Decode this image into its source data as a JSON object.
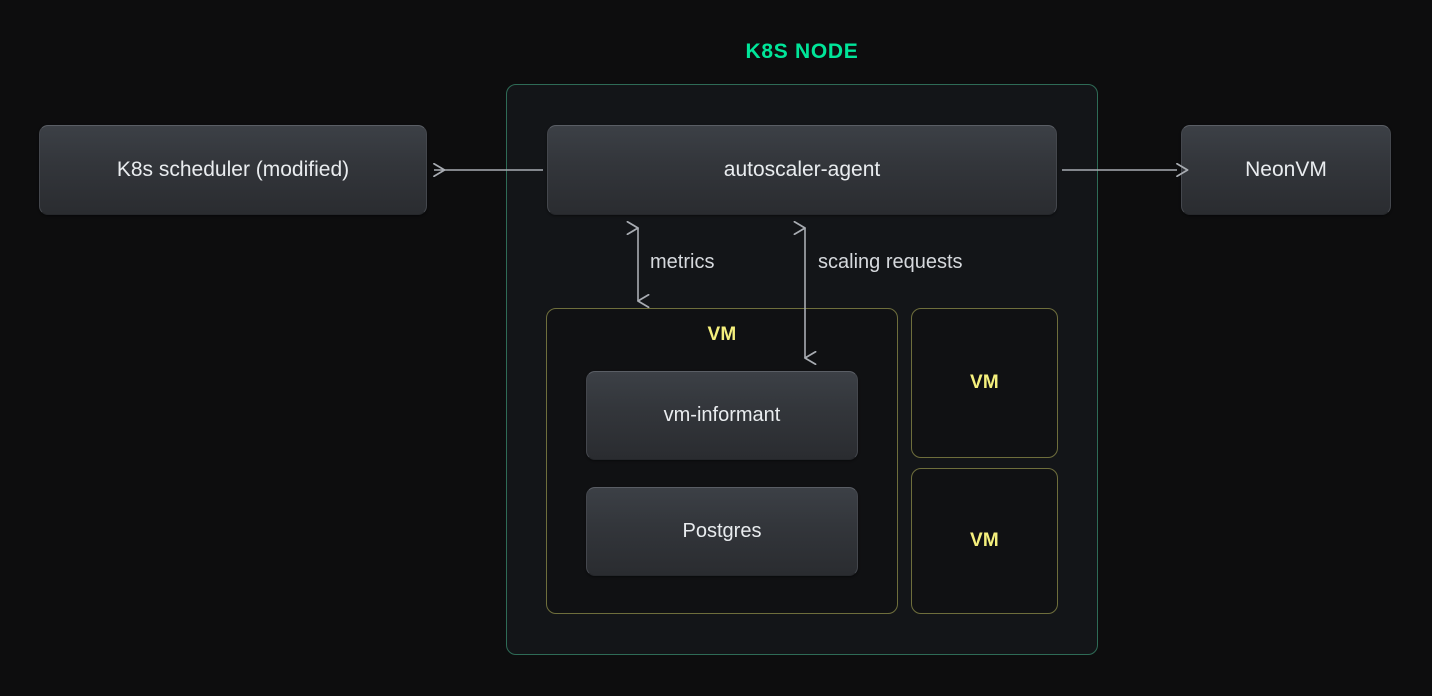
{
  "diagram": {
    "title": "K8S NODE",
    "background_color": "#0d0d0e",
    "accent_green": "#00e599",
    "node_border_color": "#2e6b56",
    "vm_border_color": "#6e6e3c",
    "vm_label_color": "#f5f07d",
    "arrow_color": "#a8acb2",
    "text_color": "#e9ecef"
  },
  "external": {
    "scheduler_label": "K8s scheduler (modified)",
    "neonvm_label": "NeonVM"
  },
  "node": {
    "agent_label": "autoscaler-agent",
    "vm_main": {
      "label": "VM",
      "informant_label": "vm-informant",
      "postgres_label": "Postgres"
    },
    "vm_others": [
      {
        "label": "VM"
      },
      {
        "label": "VM"
      }
    ]
  },
  "arrows": [
    {
      "name": "agent-to-scheduler",
      "label": "",
      "direction": "left",
      "heads": 1
    },
    {
      "name": "agent-to-neonvm",
      "label": "",
      "direction": "right",
      "heads": 1
    },
    {
      "name": "metrics",
      "label": "metrics",
      "direction": "vertical",
      "heads": 2
    },
    {
      "name": "scaling-requests",
      "label": "scaling requests",
      "direction": "vertical",
      "heads": 2
    }
  ],
  "labels": {
    "metrics": "metrics",
    "scaling_requests": "scaling requests"
  }
}
